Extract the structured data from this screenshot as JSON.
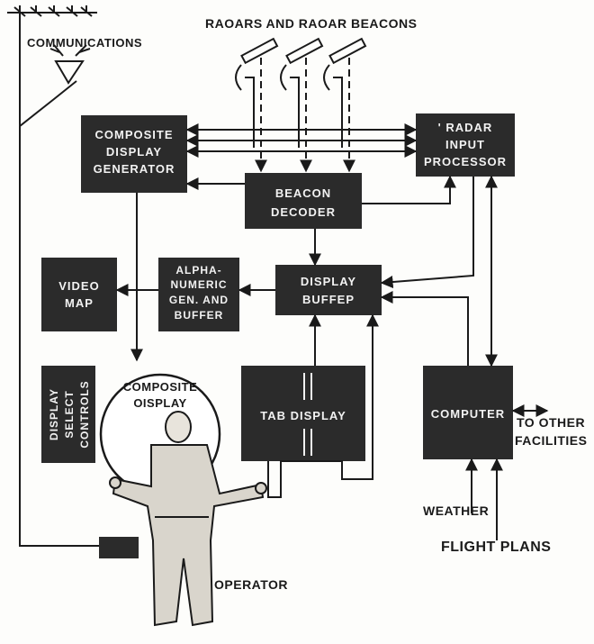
{
  "title": "RAOARS AND RAOAR BEACONS",
  "labels": {
    "communications": "COMMUNICATIONS",
    "operator": "OPERATOR",
    "weather": "WEATHER",
    "flight_plans": "FLIGHT PLANS",
    "to_other_1": "TO OTHER",
    "to_other_2": "FACILITIES",
    "composite_display_1": "COMPOSITE",
    "composite_display_2": "OISPLAY"
  },
  "blocks": {
    "composite_generator": [
      "COMPOSITE",
      "DISPLAY",
      "GENERATOR"
    ],
    "radar_processor": [
      "' RADAR",
      "INPUT",
      "PROCESSOR"
    ],
    "beacon_decoder": [
      "BEACON",
      "DECODER"
    ],
    "video_map": [
      "VIDEO",
      "MAP"
    ],
    "alphanumeric": [
      "ALPHA-",
      "NUMERIC",
      "GEN. AND",
      "BUFFER"
    ],
    "display_buffer": [
      "DISPLAY",
      "BUFFEP"
    ],
    "display_select": [
      "DISPLAY",
      "SELECT",
      "CONTROLS"
    ],
    "tab_display": "TAB DISPLAY",
    "computer": "COMPUTER"
  }
}
